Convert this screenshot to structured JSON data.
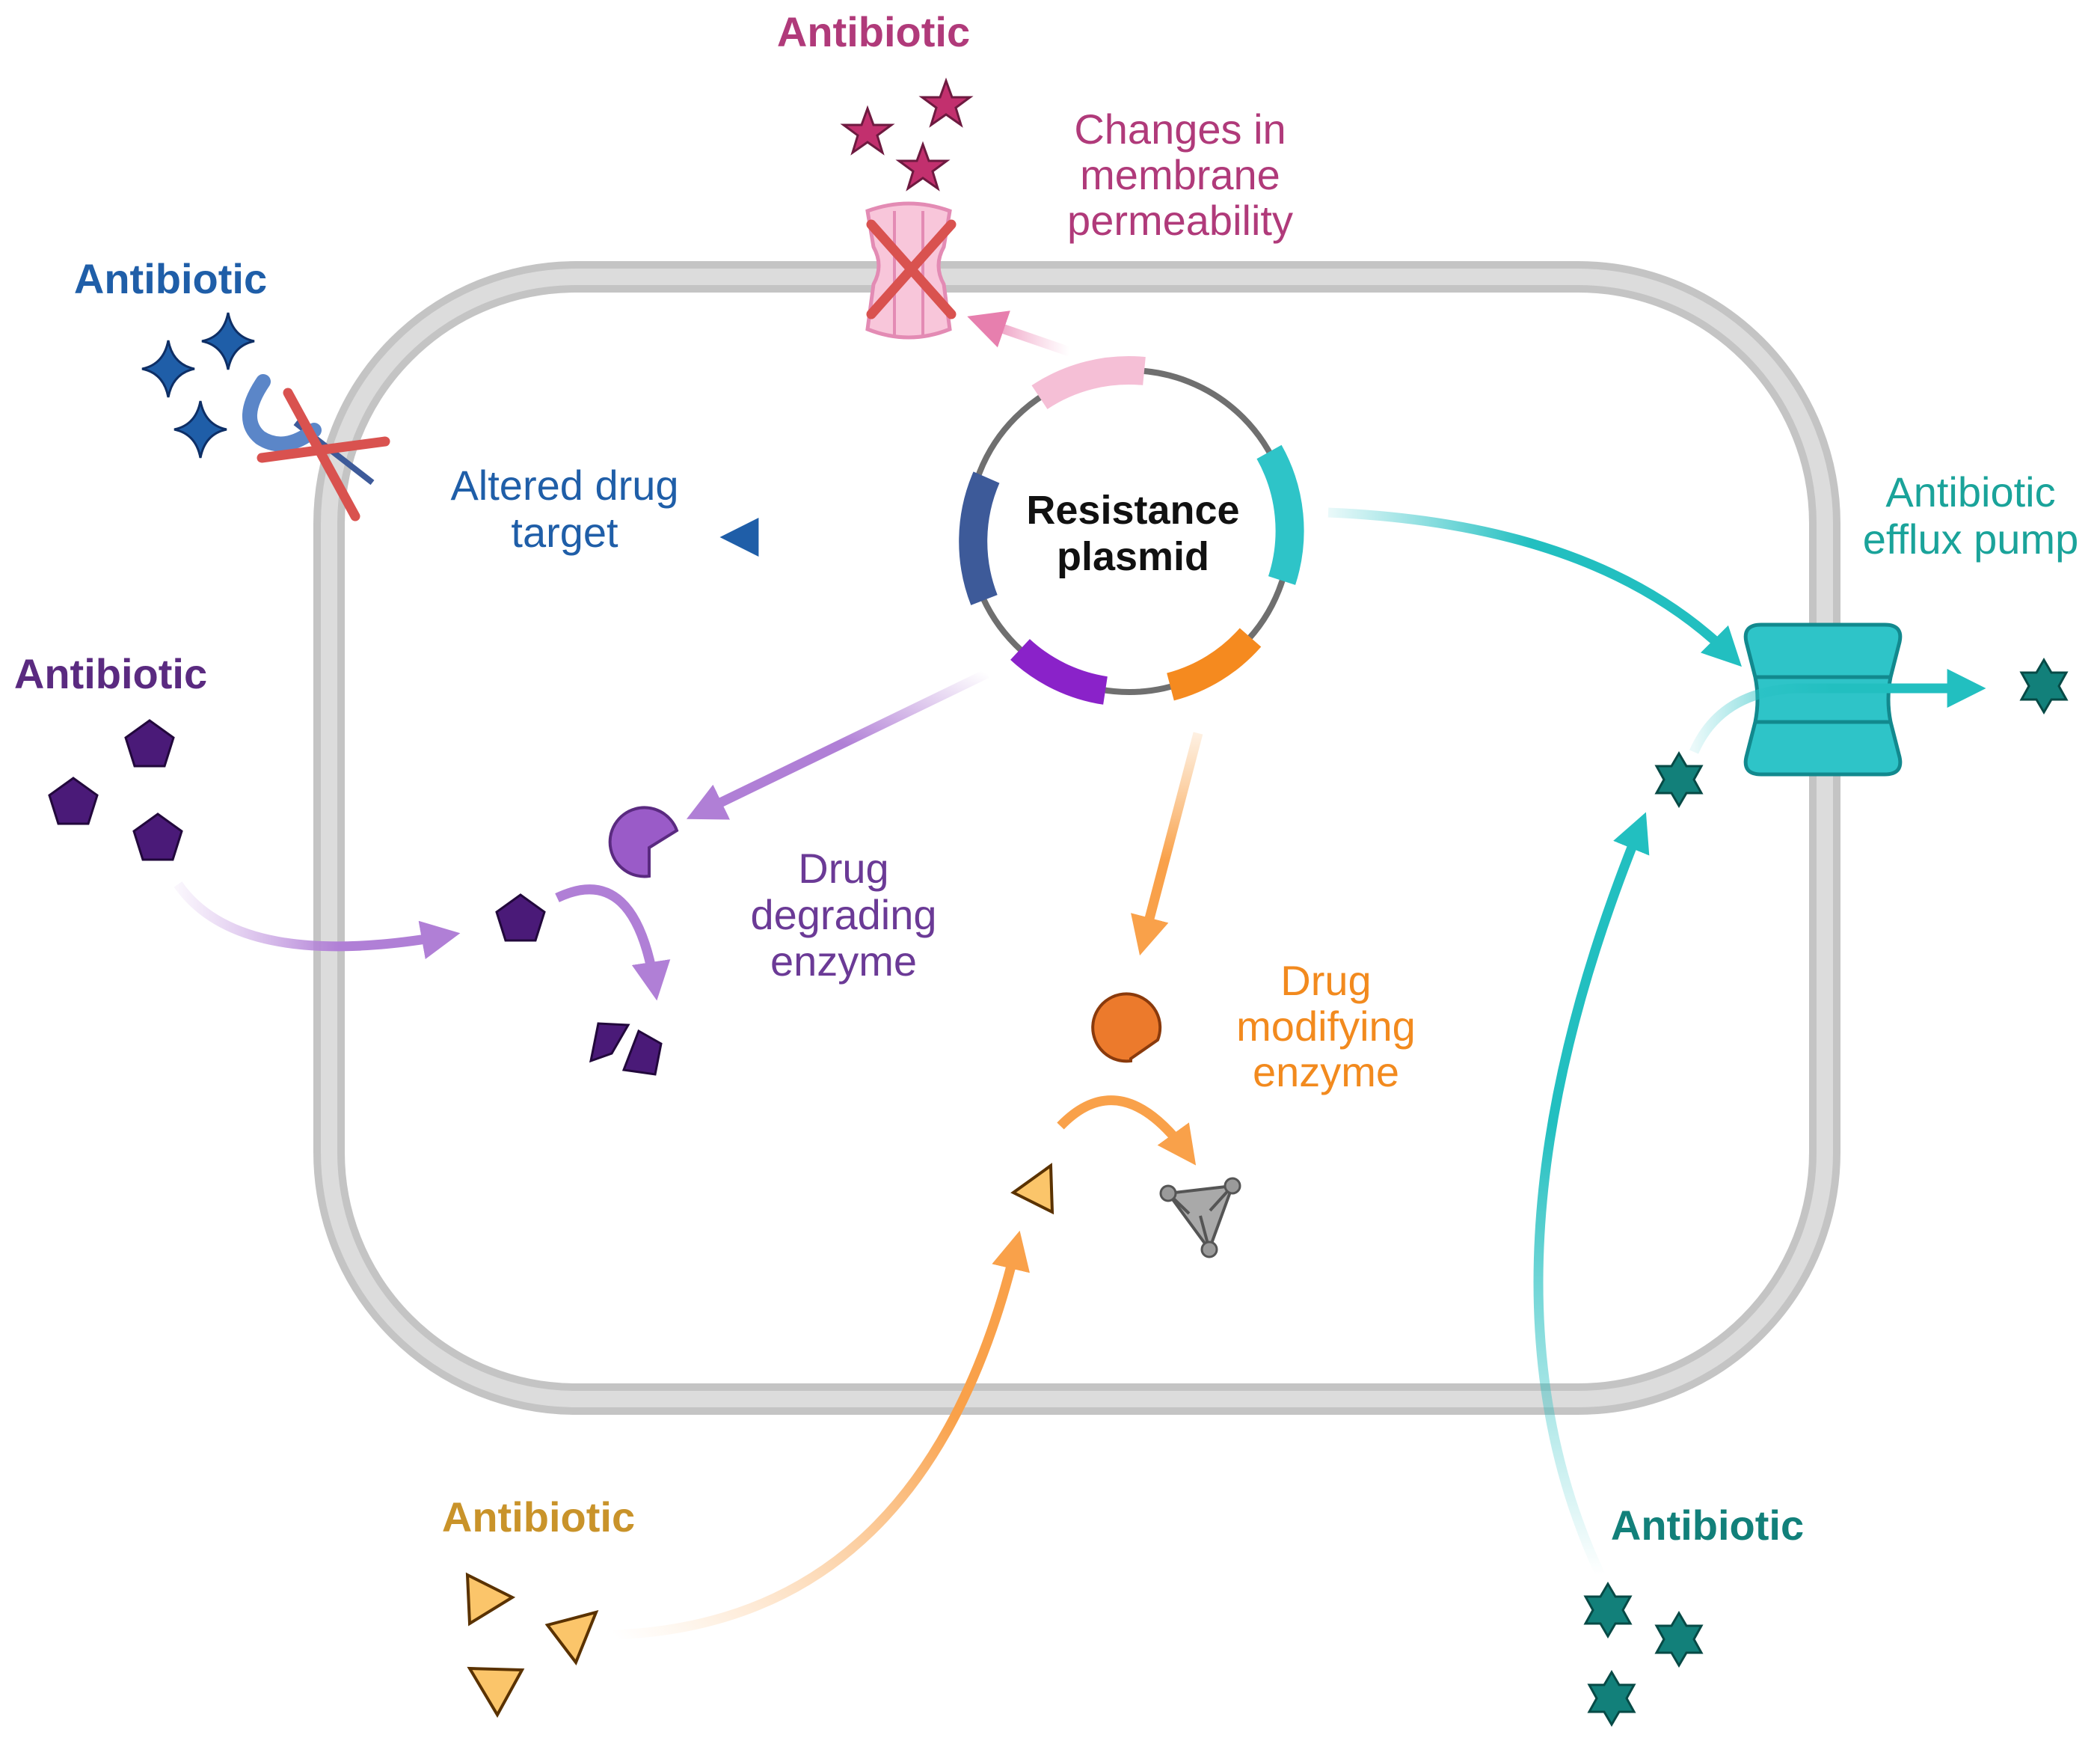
{
  "plasmid": {
    "label_line1": "Resistance",
    "label_line2": "plasmid"
  },
  "mechanisms": {
    "membrane": {
      "antibiotic_label": "Antibiotic",
      "label_lines": [
        "Changes in",
        "membrane",
        "permeability"
      ],
      "color": "#b03a7a",
      "gene_color": "#f5bfd6"
    },
    "target": {
      "antibiotic_label": "Antibiotic",
      "label_lines": [
        "Altered drug",
        "target"
      ],
      "color": "#1f5ea8",
      "gene_color": "#3d5a99"
    },
    "degrading": {
      "antibiotic_label": "Antibiotic",
      "label_lines": [
        "Drug",
        "degrading",
        "enzyme"
      ],
      "color": "#6b3a96",
      "gene_color": "#8a22c9"
    },
    "modifying": {
      "antibiotic_label": "Antibiotic",
      "label_lines": [
        "Drug",
        "modifying",
        "enzyme"
      ],
      "color": "#f28a1e",
      "gene_color": "#f58a1f"
    },
    "efflux": {
      "antibiotic_label": "Antibiotic",
      "label_lines": [
        "Antibiotic",
        "efflux pump"
      ],
      "color": "#1aa39a",
      "gene_color": "#2ec4c8"
    }
  },
  "icons": {
    "cell": "bacterial-cell-membrane",
    "pump": "efflux-pump-icon",
    "porin": "blocked-porin-icon",
    "enzyme": "pacman-enzyme-icon"
  }
}
